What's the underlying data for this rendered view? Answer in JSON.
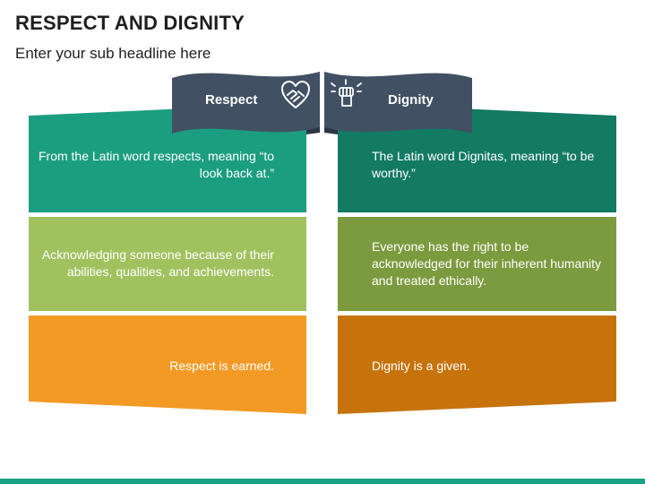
{
  "title": "RESPECT AND DIGNITY",
  "subtitle": "Enter your sub headline here",
  "left": {
    "label": "Respect",
    "icon": "handshake-heart-icon",
    "rows": [
      {
        "text": "From the Latin word respects, meaning “to look back at.”",
        "color": "#1b9e80"
      },
      {
        "text": "Acknowledging someone because of their abilities, qualities, and achievements.",
        "color": "#a0c15e"
      },
      {
        "text": "Respect is earned.",
        "color": "#f39a25"
      }
    ]
  },
  "right": {
    "label": "Dignity",
    "icon": "raised-fist-icon",
    "rows": [
      {
        "text": "The Latin word Dignitas, meaning “to be worthy.”",
        "color": "#137a64"
      },
      {
        "text": "Everyone has the right to be acknowledged for their inherent humanity and treated ethically.",
        "color": "#7c9a3e"
      },
      {
        "text": "Dignity is a given.",
        "color": "#c6730c"
      }
    ]
  },
  "colors": {
    "banner": "#415163",
    "banner_dark": "#2b3744",
    "accent": "#1ba185"
  }
}
